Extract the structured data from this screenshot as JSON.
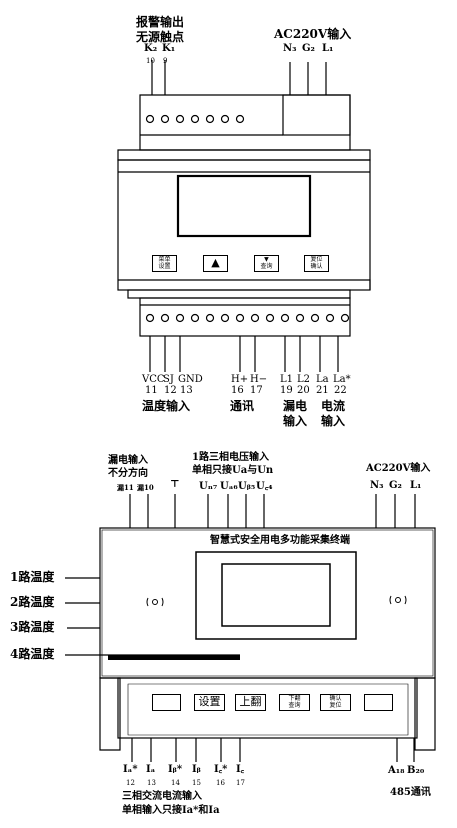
{
  "top": {
    "alarm_title_1": "报警输出",
    "alarm_title_2": "无源触点",
    "k2": "K₂",
    "k1": "K₁",
    "k2_num": "10",
    "k1_num": "9",
    "ac_title": "AC220V输入",
    "n3": "N₃",
    "g2": "G₂",
    "l1": "L₁",
    "btn_menu": "菜单\n设置",
    "btn_up": "▲",
    "btn_down": "▼\n查询",
    "btn_reset": "复位\n确认",
    "bottom_terms": [
      {
        "label": "VCC",
        "num": "11"
      },
      {
        "label": "SJ",
        "num": "12"
      },
      {
        "label": "GND",
        "num": "13"
      },
      {
        "label": "H+",
        "num": "16"
      },
      {
        "label": "H−",
        "num": "17"
      },
      {
        "label": "L1",
        "num": "19"
      },
      {
        "label": "L2",
        "num": "20"
      },
      {
        "label": "La",
        "num": "21"
      },
      {
        "label": "La*",
        "num": "22"
      }
    ],
    "temp_input": "温度输入",
    "comm": "通讯",
    "leak_1": "漏电",
    "leak_2": "输入",
    "current_1": "电流",
    "current_2": "输入"
  },
  "bottom": {
    "leak_title_1": "漏电输入",
    "leak_title_2": "不分方向",
    "leak11": "漏11",
    "leak10": "漏10",
    "ground": "⊤",
    "volt_title_1": "1路三相电压输入",
    "volt_title_2": "单相只接Ua与Un",
    "un7": "Uₙ₇",
    "ua6": "Uₐ₆",
    "ub5": "Uᵦ₅",
    "uc4": "U꜀₄",
    "ac_title": "AC220V输入",
    "n3": "N₃",
    "g2": "G₂",
    "l1": "L₁",
    "device_title": "智慧式安全用电多功能采集终端",
    "temps": [
      "1路温度",
      "2路温度",
      "3路温度",
      "4路温度"
    ],
    "btn_setting": "设置",
    "btn_up": "上翻",
    "btn_down": "下翻\n查询",
    "btn_confirm": "确认\n复位",
    "currents": [
      {
        "label": "Iₐ*",
        "num": "12"
      },
      {
        "label": "Iₐ",
        "num": "13"
      },
      {
        "label": "Iᵦ*",
        "num": "14"
      },
      {
        "label": "Iᵦ",
        "num": "15"
      },
      {
        "label": "I꜀*",
        "num": "16"
      },
      {
        "label": "I꜀",
        "num": "17"
      }
    ],
    "a18": "A₁₈",
    "b20": "B₂₀",
    "comm485": "485通讯",
    "current_title_1": "三相交流电流输入",
    "current_title_2": "单相输入只接Ia*和Ia"
  }
}
